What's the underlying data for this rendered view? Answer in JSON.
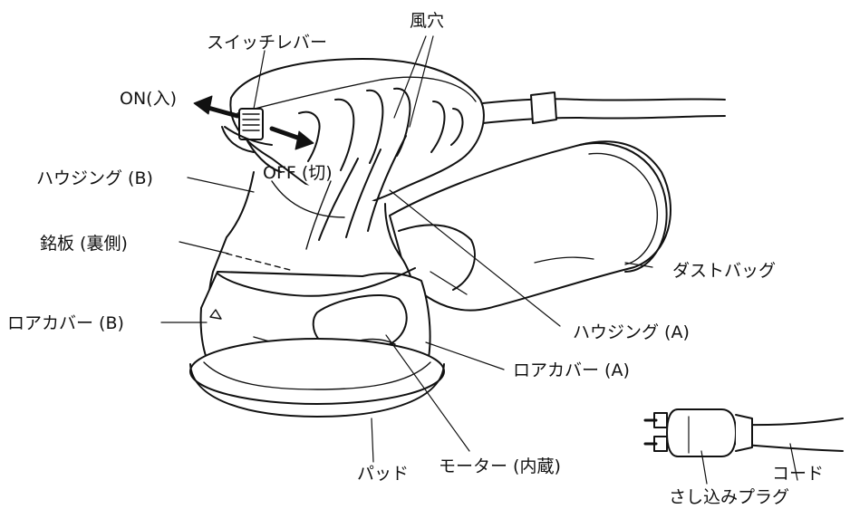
{
  "labels": {
    "switch_lever": "スイッチレバー",
    "vent": "風穴",
    "on": "ON(入)",
    "off": "OFF (切)",
    "housing_b": "ハウジング (B)",
    "nameplate": "銘板 (裏側)",
    "lower_cover_b": "ロアカバー (B)",
    "housing_a": "ハウジング (A)",
    "dust_bag": "ダストバッグ",
    "lower_cover_a": "ロアカバー (A)",
    "pad": "パッド",
    "motor": "モーター (内蔵)",
    "plug": "さし込みプラグ",
    "cord": "コード"
  },
  "icons": {
    "on_arrow": "double-arrow-left-icon",
    "off_arrow": "double-arrow-right-icon"
  }
}
